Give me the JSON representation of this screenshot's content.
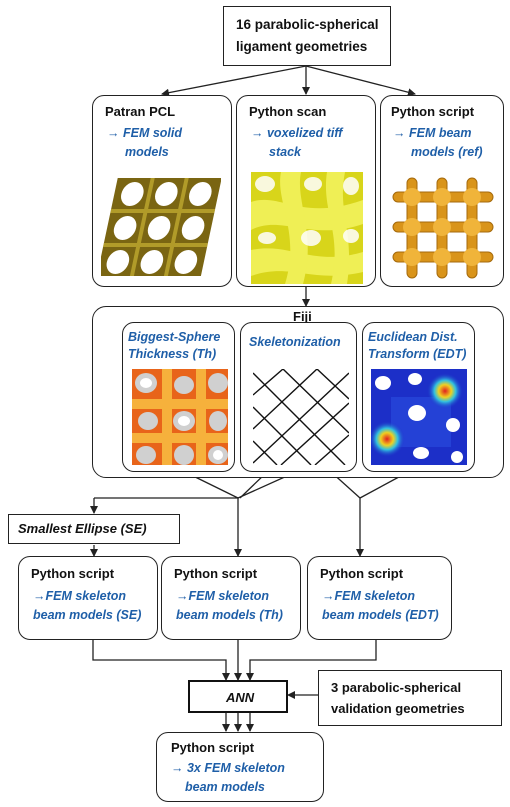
{
  "top": {
    "line1": "16 parabolic-spherical",
    "line2": "ligament geometries"
  },
  "patran": {
    "title": "Patran PCL",
    "arrow": "→",
    "line1": "FEM solid",
    "line2": "models"
  },
  "scan": {
    "title": "Python scan",
    "arrow": "→",
    "line1": "voxelized tiff",
    "line2": "stack"
  },
  "script_ref": {
    "title": "Python script",
    "arrow": "→",
    "line1": "FEM beam",
    "line2": "models (ref)"
  },
  "fiji": {
    "title": "Fiji",
    "th": {
      "line1": "Biggest-Sphere",
      "line2": "Thickness (Th)"
    },
    "skel": {
      "line1": "Skeletonization"
    },
    "edt": {
      "line1": "Euclidean Dist.",
      "line2": "Transform (EDT)"
    }
  },
  "se_box": {
    "label": "Smallest Ellipse (SE)"
  },
  "script_se": {
    "title": "Python script",
    "line1": "→FEM skeleton",
    "line2": "beam models (SE)"
  },
  "script_th": {
    "title": "Python script",
    "line1": "→FEM skeleton",
    "line2": "beam models (Th)"
  },
  "script_edt": {
    "title": "Python script",
    "line1": "→FEM skeleton",
    "line2": "beam models (EDT)"
  },
  "ann": {
    "label": "ANN"
  },
  "validation": {
    "line1": "3 parabolic-spherical",
    "line2": "validation geometries"
  },
  "final": {
    "title": "Python script",
    "line1": "→ 3x FEM skeleton",
    "line2": "beam models"
  },
  "colors": {
    "accent_text": "#1f5fa8",
    "border": "#222222"
  }
}
